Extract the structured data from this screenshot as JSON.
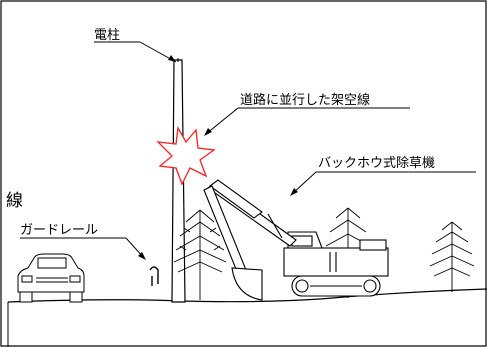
{
  "labels": {
    "pole": "電柱",
    "overhead_line": "道路に並行した架空線",
    "mower": "バックホウ式除草機",
    "guardrail": "ガードレール",
    "left_text": "線"
  },
  "colors": {
    "ink": "#000000",
    "spark": "#ff2020"
  },
  "icons": [
    "car-icon",
    "tree-icon",
    "excavator-icon",
    "spark-icon",
    "guardrail-post-icon",
    "utility-pole-icon"
  ]
}
